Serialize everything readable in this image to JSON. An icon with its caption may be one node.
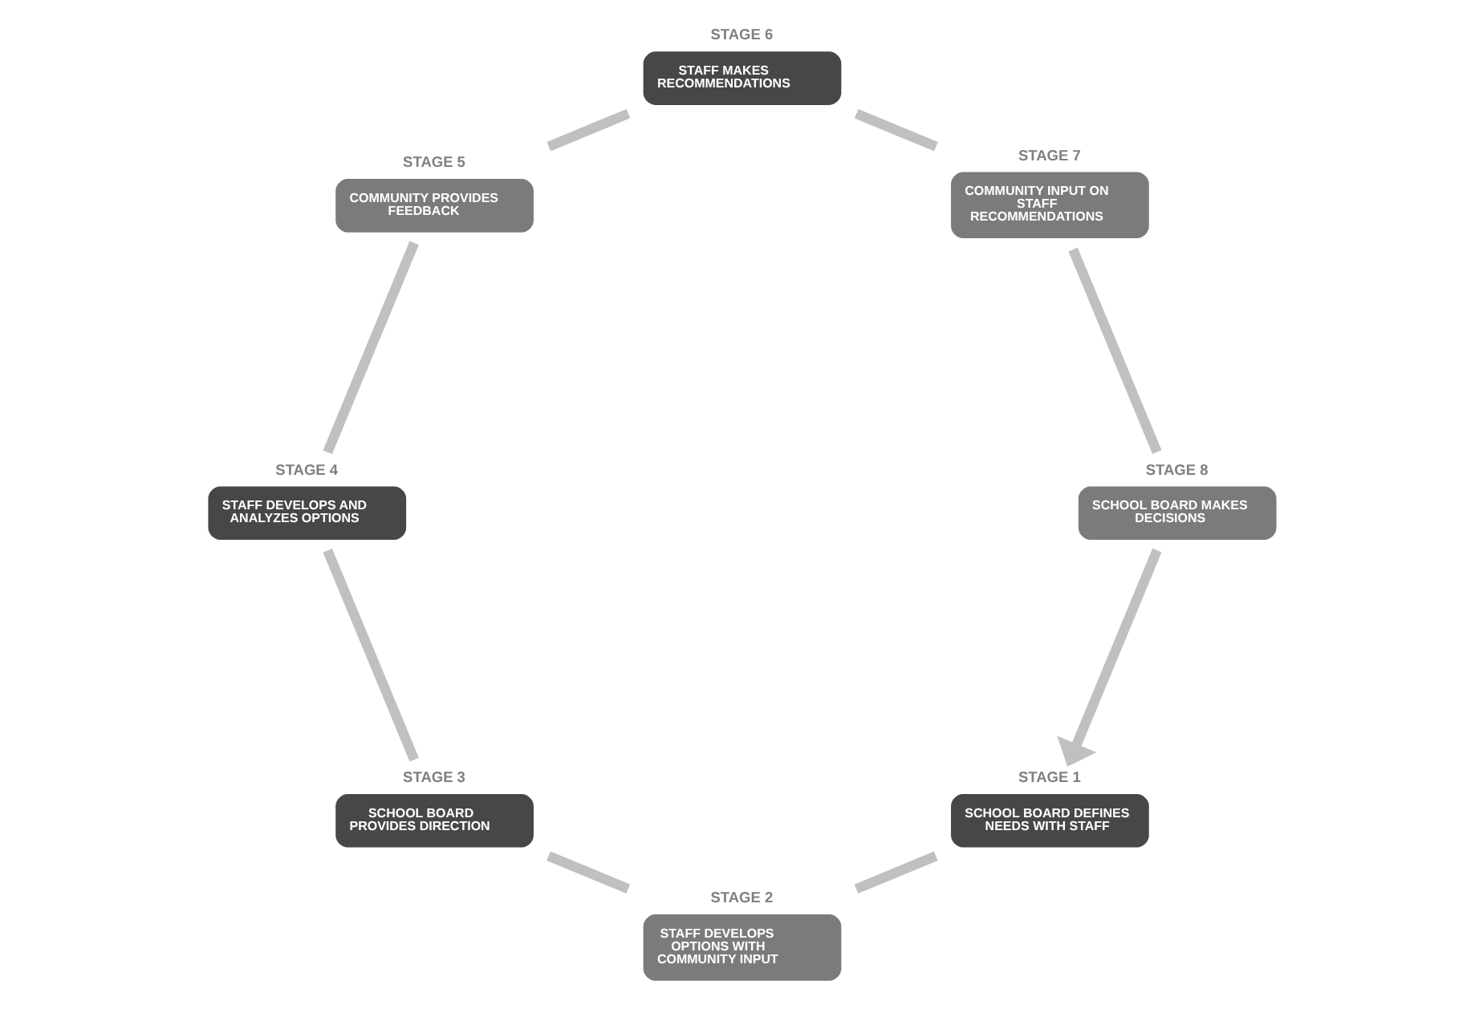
{
  "diagram": {
    "nodes": [
      {
        "text": [
          "SCHOOL BOARD DEFINES NEEDS WITH STAFF"
        ],
        "beside": [
          "STAGE 1"
        ]
      },
      {
        "text": [
          "STAFF DEVELOPS OPTIONS WITH COMMUNITY INPUT"
        ],
        "beside": [
          "STAGE 2"
        ]
      },
      {
        "text": [
          "SCHOOL BOARD PROVIDES DIRECTION"
        ],
        "beside": [
          "STAGE 3"
        ]
      },
      {
        "text": [
          "STAFF DEVELOPS AND ANALYZES OPTIONS"
        ],
        "beside": [
          "STAGE 4"
        ]
      },
      {
        "text": [
          "COMMUNITY PROVIDES FEEDBACK"
        ],
        "beside": [
          "STAGE 5"
        ]
      },
      {
        "text": [
          "STAFF MAKES RECOMMENDATIONS"
        ],
        "beside": [
          "STAGE 6"
        ]
      },
      {
        "text": [
          "COMMUNITY INPUT ON STAFF RECOMMENDATIONS"
        ],
        "beside": [
          "STAGE 7"
        ]
      },
      {
        "text": [
          "SCHOOL BOARD MAKES DECISIONS"
        ],
        "beside": [
          "STAGE 8"
        ]
      }
    ],
    "edges": [
      {
        "from": 0,
        "to": 1,
        "arrow": "none"
      },
      {
        "from": 1,
        "to": 2,
        "arrow": "none"
      },
      {
        "from": 2,
        "to": 3,
        "arrow": "none"
      },
      {
        "from": 3,
        "to": 4,
        "arrow": "none"
      },
      {
        "from": 4,
        "to": 5,
        "arrow": "none"
      },
      {
        "from": 5,
        "to": 6,
        "arrow": "none"
      },
      {
        "from": 6,
        "to": 7,
        "arrow": "none"
      },
      {
        "from": 7,
        "to": 0,
        "arrow": "to"
      }
    ]
  }
}
